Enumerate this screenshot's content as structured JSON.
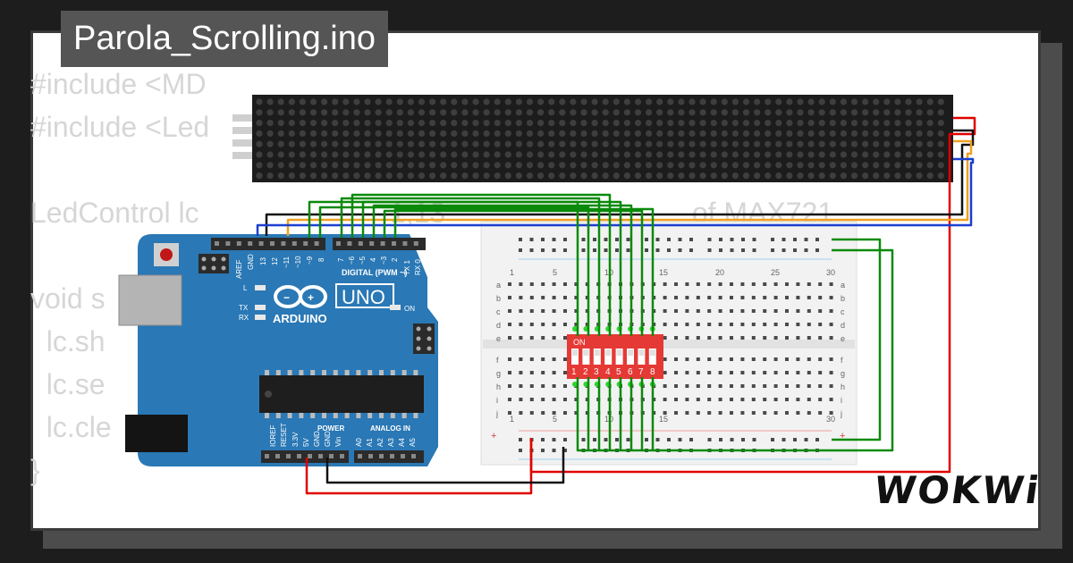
{
  "project": {
    "title": "Parola_Scrolling.ino"
  },
  "code_lines": [
    "#include <MD",
    "#include <Led",
    "",
    "LedControl lc                        1,13                               of MAX721",
    "",
    "void s",
    "  lc.sh                   ke u",
    "  lc.se                   righ",
    "  lc.cle                  displ",
    "}"
  ],
  "arduino": {
    "model": "UNO",
    "brand": "ARDUINO",
    "digital_header": "DIGITAL (PWM ~)",
    "power_header": "POWER",
    "analog_header": "ANALOG IN",
    "top_pins": [
      "AREF",
      "GND",
      "13",
      "12",
      "~11",
      "~10",
      "~9",
      "8",
      "7",
      "~6",
      "~5",
      "4",
      "~3",
      "2",
      "TX 1",
      "RX 0"
    ],
    "bottom_pins": [
      "IOREF",
      "RESET",
      "3.3V",
      "5V",
      "GND",
      "GND",
      "Vin",
      "A0",
      "A1",
      "A2",
      "A3",
      "A4",
      "A5"
    ],
    "led_labels": {
      "l": "L",
      "tx": "TX",
      "rx": "RX",
      "on": "ON"
    }
  },
  "breadboard": {
    "columns": [
      "1",
      "5",
      "10",
      "15",
      "20",
      "25",
      "30"
    ],
    "rows_top": [
      "a",
      "b",
      "c",
      "d",
      "e"
    ],
    "rows_bottom": [
      "f",
      "g",
      "h",
      "i",
      "j"
    ],
    "rail_plus": "+"
  },
  "dip_switch": {
    "label": "ON",
    "switches": [
      "1",
      "2",
      "3",
      "4",
      "5",
      "6",
      "7",
      "8"
    ],
    "color": "#e53935"
  },
  "colors": {
    "board": "#2a78b5",
    "wire_green": "#0a8a0a",
    "wire_red": "#e00000",
    "wire_black": "#111111",
    "wire_orange": "#f0a020",
    "wire_blue": "#1a3fd0"
  },
  "brand": {
    "logo": "WOKWi"
  }
}
